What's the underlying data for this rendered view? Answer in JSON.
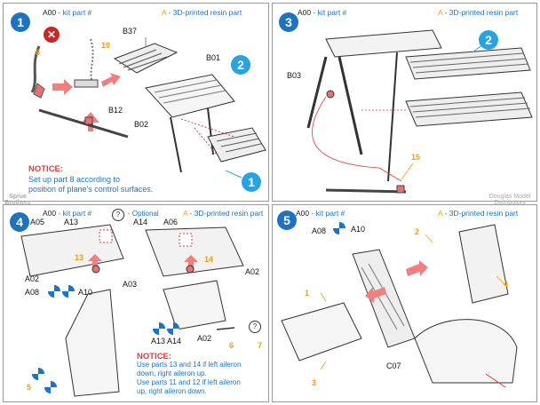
{
  "panels": [
    {
      "step": "1",
      "kit_code": "A00",
      "kit_text": " - kit part #",
      "res_code": "A",
      "res_text": " - 3D-printed resin part",
      "labels": {
        "b37": "B37",
        "b01": "B01",
        "b12": "B12",
        "b02": "B02",
        "n8": "8",
        "n10": "10"
      },
      "badges": [
        "2",
        "1"
      ],
      "notice_title": "NOTICE:",
      "notice_lines": [
        "Set up part 8 according to",
        "position of plane's control surfaces."
      ]
    },
    {
      "step": "3",
      "kit_code": "A00",
      "kit_text": " - kit part #",
      "res_code": "A",
      "res_text": " - 3D-printed resin part",
      "labels": {
        "b03": "B03",
        "n15": "15"
      },
      "badges": [
        "2"
      ]
    },
    {
      "step": "4",
      "kit_code": "A00",
      "kit_text": " - kit part #",
      "optional": "- Optional",
      "res_code": "A",
      "res_text": " - 3D-printed resin part",
      "labels": {
        "a05": "A05",
        "a13": "A13",
        "a14": "A14",
        "a06": "A06",
        "a02a": "A02",
        "a02b": "A02",
        "a02c": "A02",
        "a08": "A08",
        "a10": "A10",
        "a03": "A03",
        "a13b": "A13",
        "a14b": "A14",
        "n13": "13",
        "n14": "14",
        "n5": "5",
        "n6": "6",
        "n7": "7"
      },
      "notice_title": "NOTICE:",
      "notice_lines": [
        "Use parts 13 and 14 if left aileron",
        "down, right aileron up.",
        "Use parts 11 and 12 if left aileron",
        "up, right aileron down."
      ]
    },
    {
      "step": "5",
      "kit_code": "A00",
      "kit_text": " - kit part #",
      "res_code": "A",
      "res_text": " - 3D-printed resin part",
      "labels": {
        "a08": "A08",
        "a10": "A10",
        "c07": "C07",
        "n1": "1",
        "n2": "2",
        "n3": "3",
        "n4": "4"
      }
    }
  ],
  "watermarks": {
    "left": "Sprue Brothers",
    "right": "Douglas Model Distributors"
  },
  "colors": {
    "accent": "#1e73be",
    "orange": "#f39c12",
    "red": "#e53935",
    "arrow": "#f08080",
    "badge": "#29a3e0"
  }
}
